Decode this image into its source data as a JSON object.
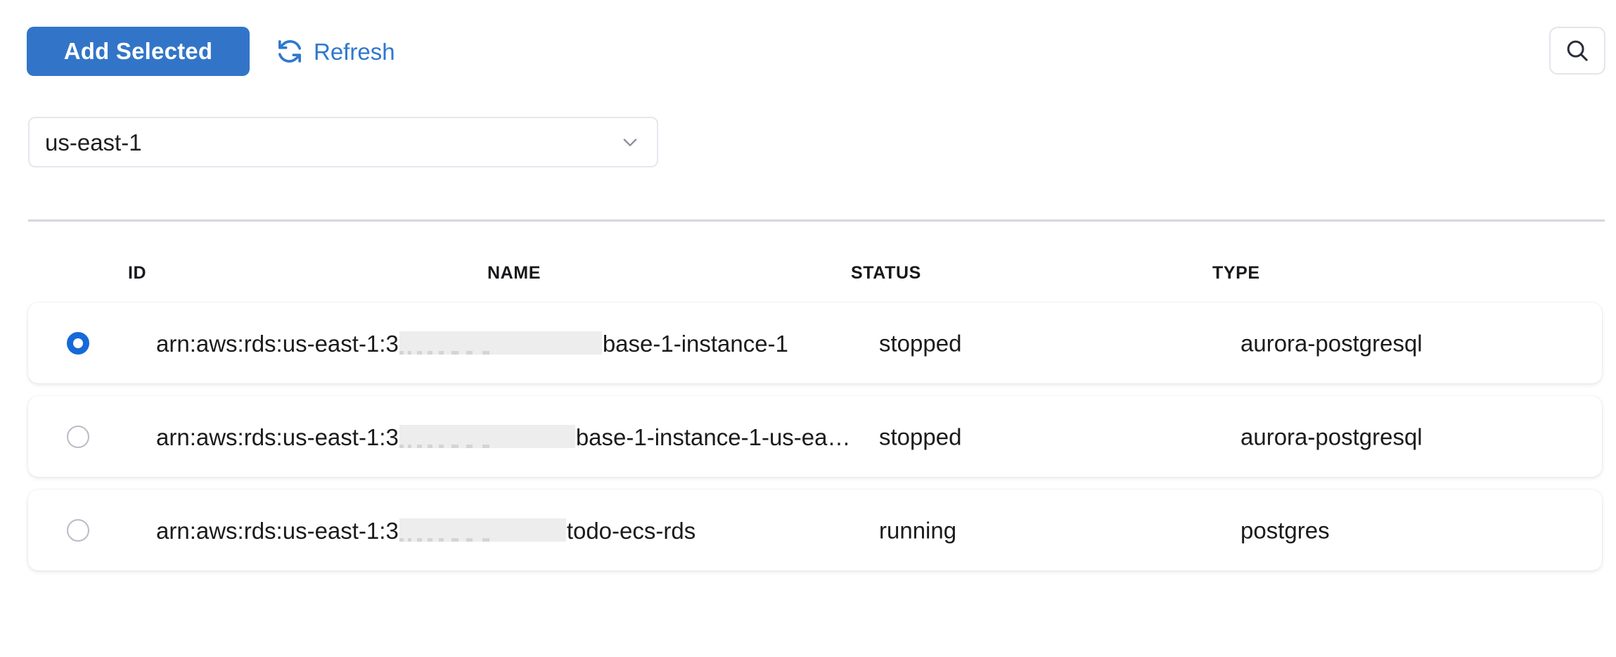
{
  "toolbar": {
    "add_selected_label": "Add Selected",
    "refresh_label": "Refresh",
    "refresh_icon": "refresh-icon",
    "search_icon": "search-icon",
    "accent_color": "#3275c8",
    "link_color": "#2f78cd"
  },
  "region_select": {
    "value": "us-east-1",
    "chevron_icon": "chevron-down-icon"
  },
  "table": {
    "columns": [
      "ID",
      "NAME",
      "STATUS",
      "TYPE"
    ],
    "rows": [
      {
        "selected": true,
        "id_prefix": "arn:aws:rds:us-east-1:3",
        "id_redacted": "REDACTED",
        "id_suffix": "base-1-instance-1",
        "name": "",
        "status": "stopped",
        "type": "aurora-postgresql"
      },
      {
        "selected": false,
        "id_prefix": "arn:aws:rds:us-east-1:3",
        "id_redacted": "REDACTED",
        "id_suffix": "base-1-instance-1-us-ea…",
        "name": "",
        "status": "stopped",
        "type": "aurora-postgresql"
      },
      {
        "selected": false,
        "id_prefix": "arn:aws:rds:us-east-1:3",
        "id_redacted": "REDACTED",
        "id_suffix": "todo-ecs-rds",
        "name": "",
        "status": "running",
        "type": "postgres"
      }
    ]
  }
}
